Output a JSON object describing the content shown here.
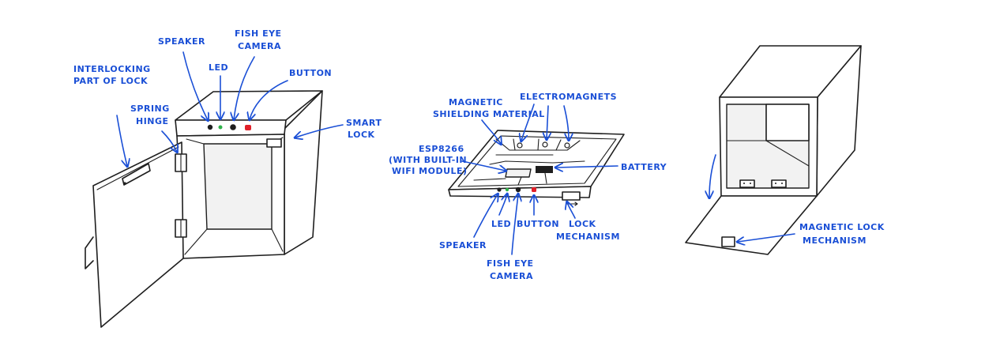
{
  "colors": {
    "annotation": "#1a4fd6",
    "ink": "#1e1e1e",
    "led": "#2fb24a",
    "button": "#e0202a"
  },
  "left": {
    "interlocking_line1": "INTERLOCKING",
    "interlocking_line2": "PART OF LOCK",
    "speaker": "SPEAKER",
    "led": "LED",
    "fisheye_line1": "FISH EYE",
    "fisheye_line2": "CAMERA",
    "button": "BUTTON",
    "spring_line1": "SPRING",
    "spring_line2": "HINGE",
    "smart_line1": "SMART",
    "smart_line2": "LOCK"
  },
  "middle": {
    "shielding_line1": "MAGNETIC",
    "shielding_line2": "SHIELDING MATERIAL",
    "electromagnets": "ELECTROMAGNETS",
    "esp_line1": "ESP8266",
    "esp_line2": "(WITH BUILT-IN",
    "esp_line3": "WIFI MODULE)",
    "battery": "BATTERY",
    "speaker": "SPEAKER",
    "led": "LED",
    "button": "BUTTON",
    "lock_line1": "LOCK",
    "lock_line2": "MECHANISM",
    "fisheye_line1": "FISH EYE",
    "fisheye_line2": "CAMERA"
  },
  "right": {
    "maglock_line1": "MAGNETIC LOCK",
    "maglock_line2": "MECHANISM"
  }
}
